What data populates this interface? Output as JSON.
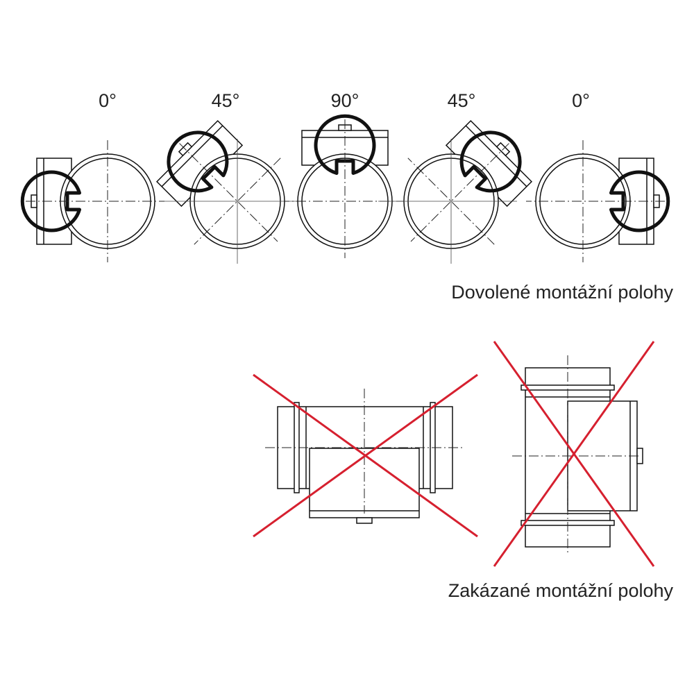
{
  "allowed": {
    "angle_labels": [
      "0°",
      "45°",
      "90°",
      "45°",
      "0°"
    ],
    "caption": "Dovolené montážní polohy"
  },
  "forbidden": {
    "caption": "Zakázané montážní polohy"
  },
  "colors": {
    "line": "#111111",
    "forbidden_cross": "#d6202f",
    "background": "#ffffff"
  }
}
